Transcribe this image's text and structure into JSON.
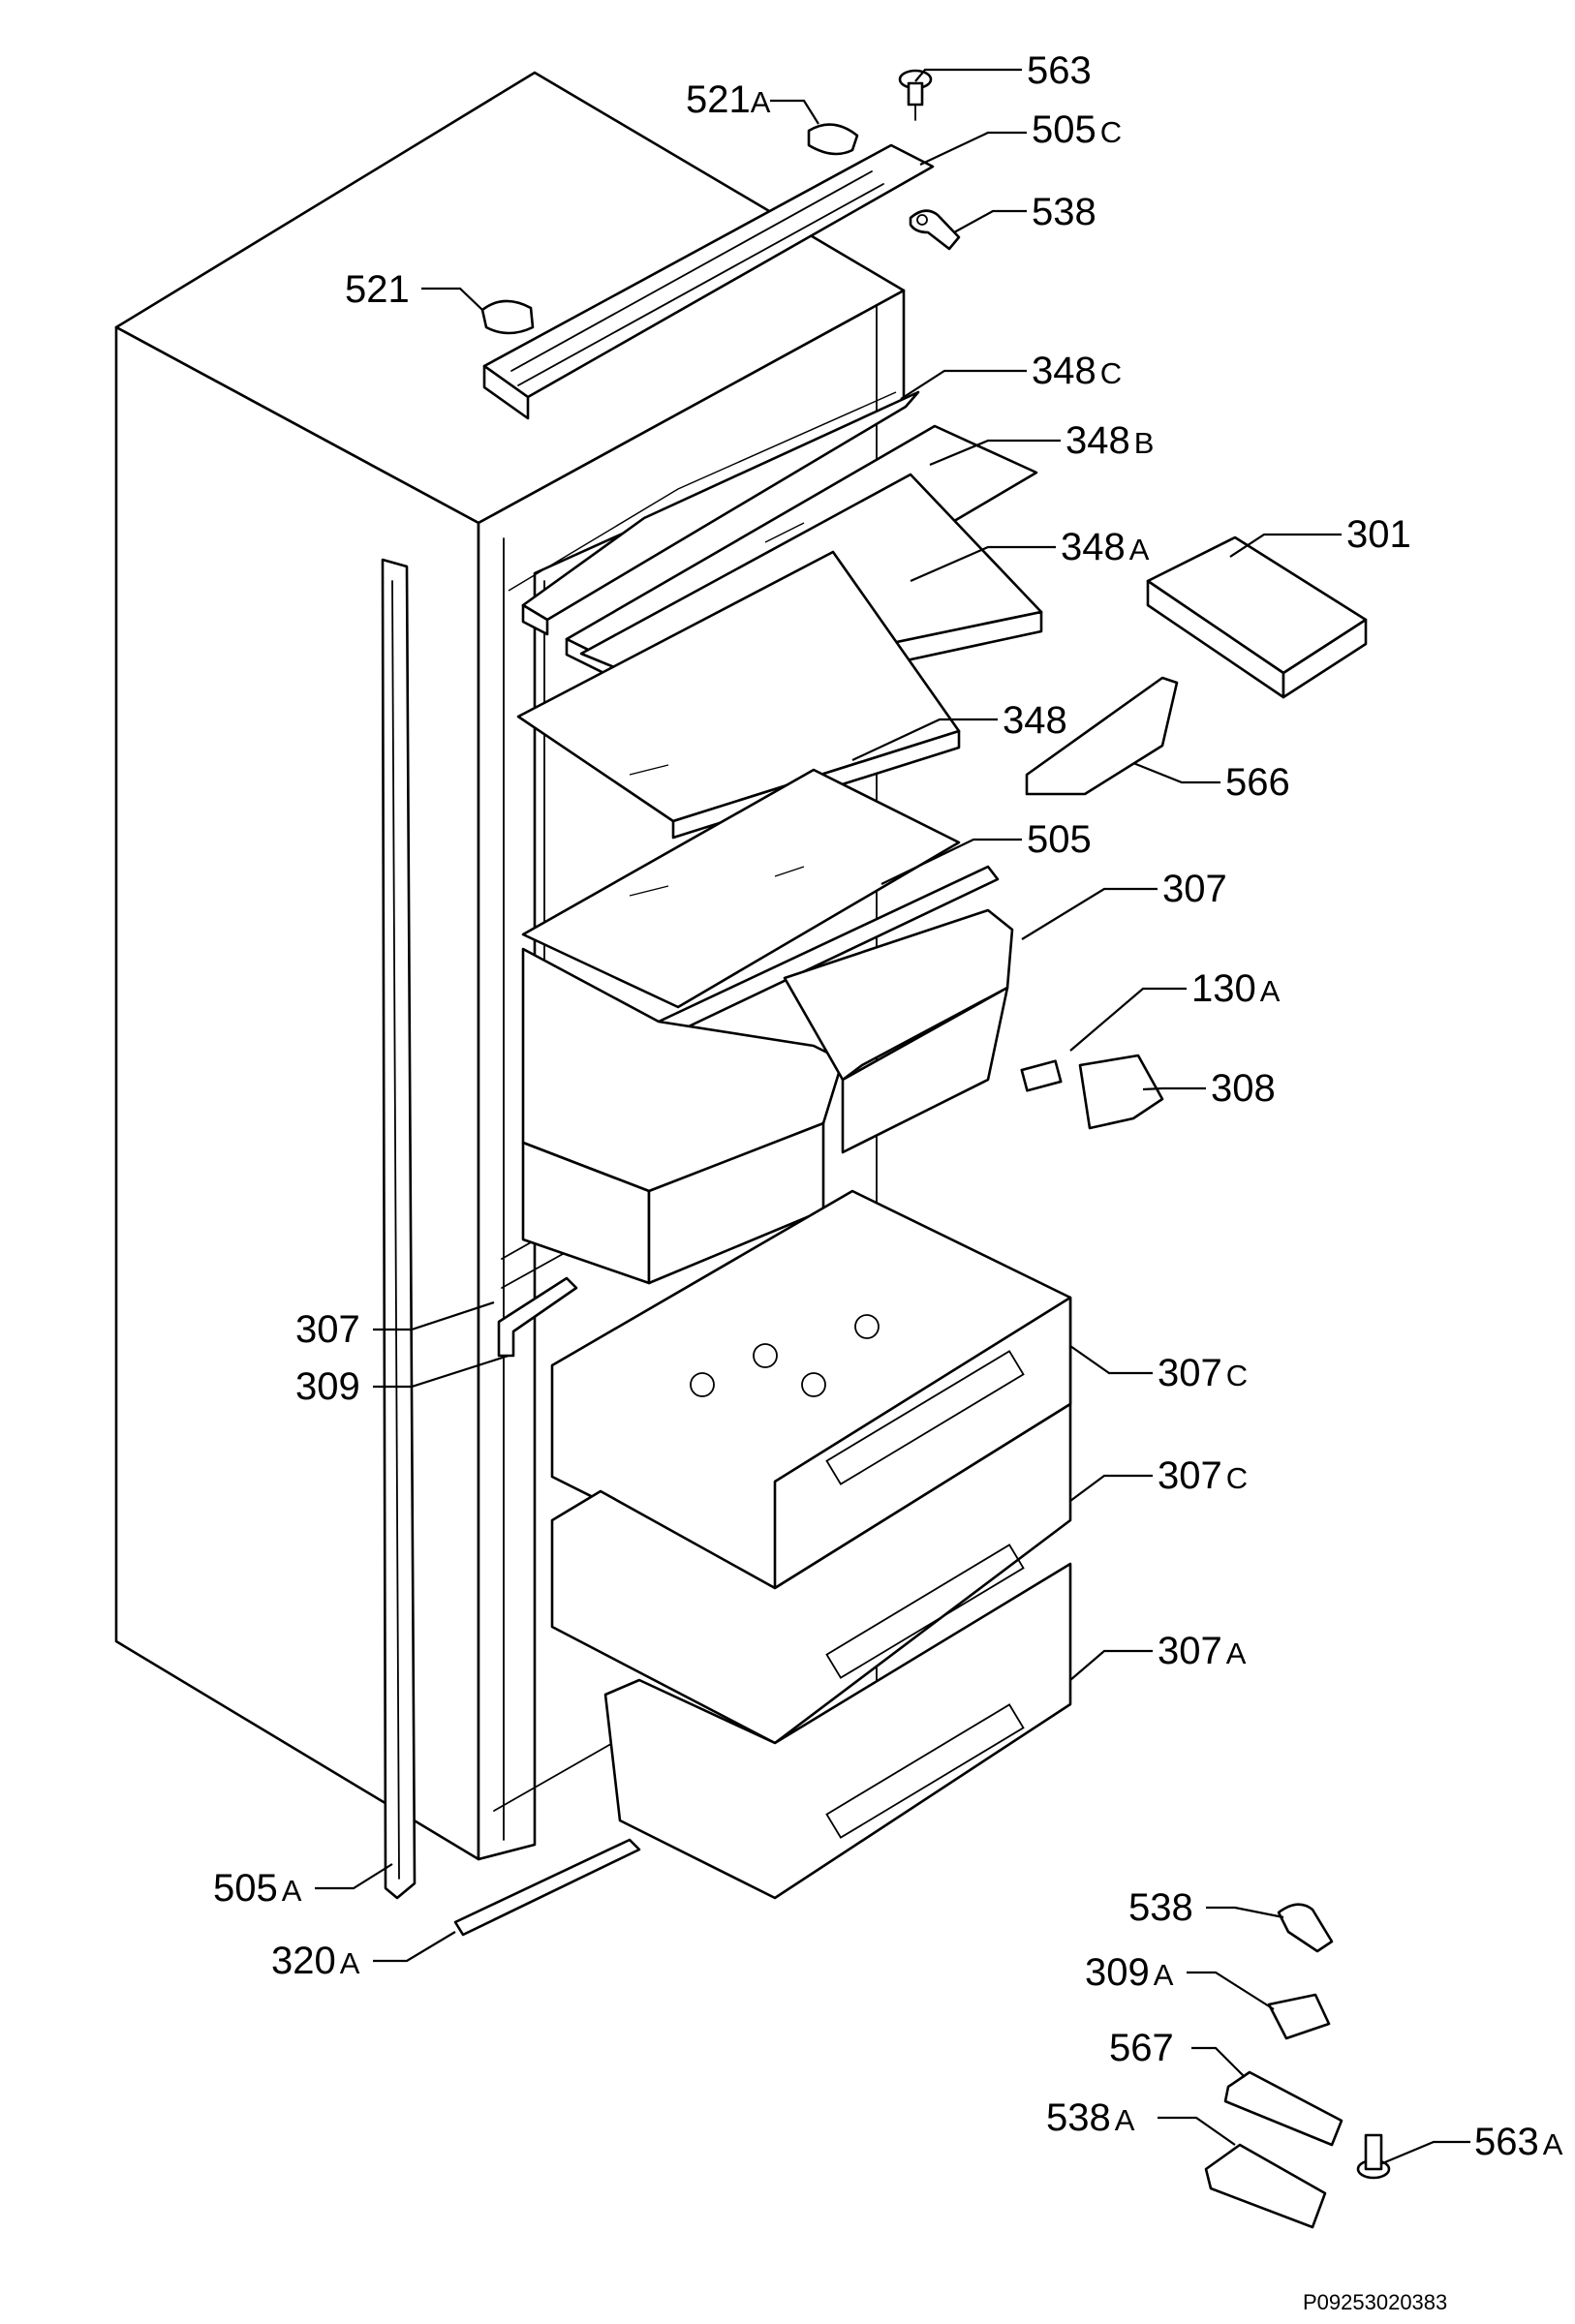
{
  "labels": [
    {
      "id": "563-top",
      "num": "563",
      "suffix": ""
    },
    {
      "id": "521a",
      "num": "521",
      "suffix": "A"
    },
    {
      "id": "505c",
      "num": "505",
      "suffix": "C"
    },
    {
      "id": "538-top",
      "num": "538",
      "suffix": ""
    },
    {
      "id": "521",
      "num": "521",
      "suffix": ""
    },
    {
      "id": "348c",
      "num": "348",
      "suffix": "C"
    },
    {
      "id": "348b",
      "num": "348",
      "suffix": "B"
    },
    {
      "id": "301",
      "num": "301",
      "suffix": ""
    },
    {
      "id": "348a",
      "num": "348",
      "suffix": "A"
    },
    {
      "id": "348",
      "num": "348",
      "suffix": ""
    },
    {
      "id": "566",
      "num": "566",
      "suffix": ""
    },
    {
      "id": "505",
      "num": "505",
      "suffix": ""
    },
    {
      "id": "307-top",
      "num": "307",
      "suffix": ""
    },
    {
      "id": "130a",
      "num": "130",
      "suffix": "A"
    },
    {
      "id": "308",
      "num": "308",
      "suffix": ""
    },
    {
      "id": "307-left",
      "num": "307",
      "suffix": ""
    },
    {
      "id": "309",
      "num": "309",
      "suffix": ""
    },
    {
      "id": "307c-1",
      "num": "307",
      "suffix": "C"
    },
    {
      "id": "307c-2",
      "num": "307",
      "suffix": "C"
    },
    {
      "id": "307a",
      "num": "307",
      "suffix": "A"
    },
    {
      "id": "505a",
      "num": "505",
      "suffix": "A"
    },
    {
      "id": "320a",
      "num": "320",
      "suffix": "A"
    },
    {
      "id": "538-bottom",
      "num": "538",
      "suffix": ""
    },
    {
      "id": "309a",
      "num": "309",
      "suffix": "A"
    },
    {
      "id": "567",
      "num": "567",
      "suffix": ""
    },
    {
      "id": "538a",
      "num": "538",
      "suffix": "A"
    },
    {
      "id": "563a",
      "num": "563",
      "suffix": "A"
    }
  ],
  "reference_code": "P09253020383"
}
